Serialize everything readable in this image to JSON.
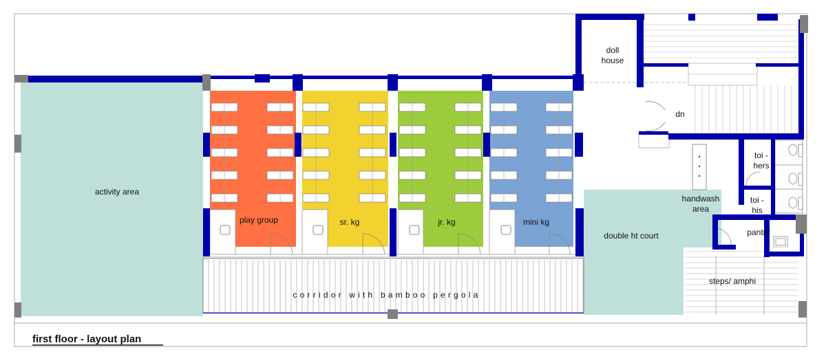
{
  "plan_title": "first floor - layout plan",
  "colors": {
    "wall": "#0000a8",
    "column": "#7f7f7f",
    "activity_area": "#bfe0da",
    "play_group": "#ff7043",
    "sr_kg": "#f2d22e",
    "jr_kg": "#9ccc3c",
    "mini_kg": "#7ba3d4",
    "court": "#bfe0da"
  },
  "rooms": {
    "activity_area": "activity area",
    "play_group": "play group",
    "sr_kg": "sr. kg",
    "jr_kg": "jr. kg",
    "mini_kg": "mini kg",
    "corridor": "corridor with bamboo pergola",
    "doll_house": [
      "doll",
      "house"
    ],
    "dn": "dn",
    "toi_hers": [
      "toi -",
      "hers"
    ],
    "toi_his": [
      "toi -",
      "his"
    ],
    "handwash": [
      "handwash",
      "area"
    ],
    "pantry": "pantry",
    "court": "double ht court",
    "steps": "steps/ amphi"
  }
}
